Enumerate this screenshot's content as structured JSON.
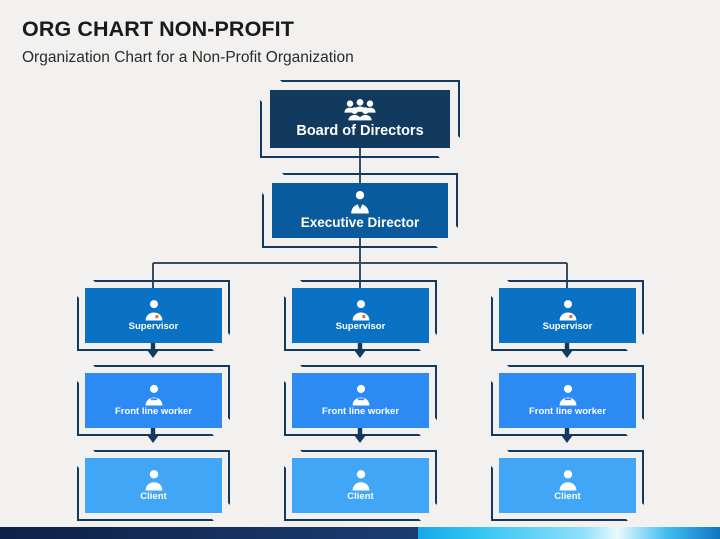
{
  "header": {
    "title": "ORG CHART NON-PROFIT",
    "subtitle": "Organization Chart for a Non-Profit Organization"
  },
  "colors": {
    "background": "#f2f1ef",
    "bracket": "#12395e",
    "connector": "#3b4c61",
    "board": "#12395e",
    "executive": "#0a5a9e",
    "supervisor": "#0a72c4",
    "worker": "#2b8bf2",
    "client": "#40a6f5",
    "label": "#ffffff",
    "title": "#1a1a1a",
    "footer_dark": "#0d2148",
    "footer_light": "#2fc3f2"
  },
  "chart_data": {
    "type": "diagram",
    "diagram_type": "org-chart",
    "title": "ORG CHART NON-PROFIT",
    "subtitle": "Organization Chart for a Non-Profit Organization",
    "levels": 5,
    "branches": 3,
    "nodes": [
      {
        "id": "board",
        "label": "Board of Directors",
        "icon": "people-group-icon",
        "tier": 0,
        "color": "#12395e",
        "parent": null
      },
      {
        "id": "executive",
        "label": "Executive Director",
        "icon": "person-suit-icon",
        "tier": 1,
        "color": "#0a5a9e",
        "parent": "board"
      },
      {
        "id": "supervisor-1",
        "label": "Supervisor",
        "icon": "person-badge-icon",
        "tier": 2,
        "color": "#0a72c4",
        "parent": "executive"
      },
      {
        "id": "supervisor-2",
        "label": "Supervisor",
        "icon": "person-badge-icon",
        "tier": 2,
        "color": "#0a72c4",
        "parent": "executive"
      },
      {
        "id": "supervisor-3",
        "label": "Supervisor",
        "icon": "person-badge-icon",
        "tier": 2,
        "color": "#0a72c4",
        "parent": "executive"
      },
      {
        "id": "worker-1",
        "label": "Front line worker",
        "icon": "person-worker-icon",
        "tier": 3,
        "color": "#2b8bf2",
        "parent": "supervisor-1"
      },
      {
        "id": "worker-2",
        "label": "Front line worker",
        "icon": "person-worker-icon",
        "tier": 3,
        "color": "#2b8bf2",
        "parent": "supervisor-2"
      },
      {
        "id": "worker-3",
        "label": "Front line worker",
        "icon": "person-worker-icon",
        "tier": 3,
        "color": "#2b8bf2",
        "parent": "supervisor-3"
      },
      {
        "id": "client-1",
        "label": "Client",
        "icon": "person-plain-icon",
        "tier": 4,
        "color": "#40a6f5",
        "parent": "worker-1"
      },
      {
        "id": "client-2",
        "label": "Client",
        "icon": "person-plain-icon",
        "tier": 4,
        "color": "#40a6f5",
        "parent": "worker-2"
      },
      {
        "id": "client-3",
        "label": "Client",
        "icon": "person-plain-icon",
        "tier": 4,
        "color": "#40a6f5",
        "parent": "worker-3"
      }
    ],
    "edges": [
      {
        "from": "board",
        "to": "executive",
        "style": "line"
      },
      {
        "from": "executive",
        "to": "supervisor-1",
        "style": "elbow"
      },
      {
        "from": "executive",
        "to": "supervisor-2",
        "style": "line"
      },
      {
        "from": "executive",
        "to": "supervisor-3",
        "style": "elbow"
      },
      {
        "from": "supervisor-1",
        "to": "worker-1",
        "style": "arrow"
      },
      {
        "from": "supervisor-2",
        "to": "worker-2",
        "style": "arrow"
      },
      {
        "from": "supervisor-3",
        "to": "worker-3",
        "style": "arrow"
      },
      {
        "from": "worker-1",
        "to": "client-1",
        "style": "arrow"
      },
      {
        "from": "worker-2",
        "to": "client-2",
        "style": "arrow"
      },
      {
        "from": "worker-3",
        "to": "client-3",
        "style": "arrow"
      }
    ]
  }
}
